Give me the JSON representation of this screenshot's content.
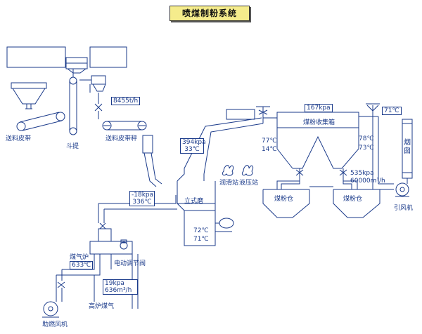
{
  "title": "喷煤制粉系统",
  "labels": {
    "feed_belt": "送料皮带",
    "bucket_elevator": "斗提",
    "feed_belt_scale": "送料皮带秤",
    "vertical_mill": "立式磨",
    "lube_station": "润滑站",
    "hydraulic_station": "液压站",
    "dust_collector": "煤粉收集箱",
    "coal_bin_1": "煤粉仓",
    "coal_bin_2": "煤粉仓",
    "induced_fan": "引风机",
    "chimney": "烟囱",
    "gas_furnace": "煤气炉",
    "electric_valve": "电动调节阀",
    "bf_gas": "高炉煤气",
    "combustion_fan": "助燃风机"
  },
  "readings": {
    "feed_rate": "8455t/h",
    "collector_pressure": "167kpa",
    "exhaust_temp": "71℃",
    "inlet_temp_1": "77℃",
    "inlet_temp_2": "14℃",
    "outlet_temp_1": "78℃",
    "outlet_temp_2": "73℃",
    "outlet_pressure": "535kpa",
    "outlet_flow": "60000m³/h",
    "mill_out_pressure": "394kpa",
    "mill_out_temp": "33℃",
    "mill_in_pressure": "-18kpa",
    "mill_in_temp": "336℃",
    "mill_temp_1": "72℃",
    "mill_temp_2": "71℃",
    "furnace_temp_label": "煤气炉",
    "furnace_temp": "633℃",
    "gas_pressure": "19kpa",
    "gas_flow": "636m³/h"
  }
}
